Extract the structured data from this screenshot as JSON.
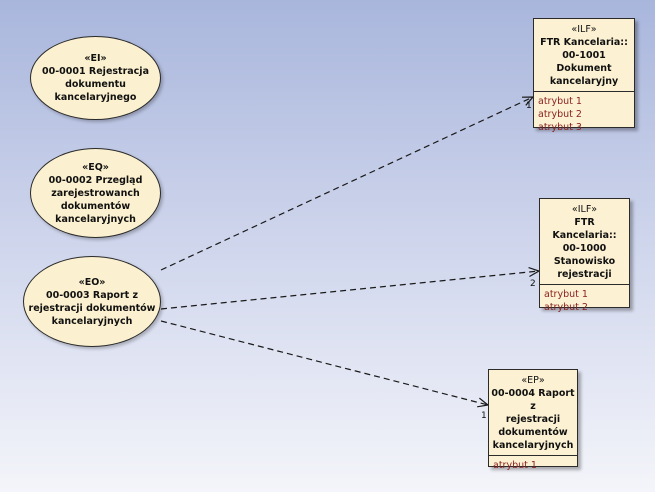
{
  "usecases": [
    {
      "stereotype": "«EI»",
      "lines": [
        "00-0001 Rejestracja",
        "dokumentu",
        "kancelaryjnego"
      ]
    },
    {
      "stereotype": "«EQ»",
      "lines": [
        "00-0002 Przegląd",
        "zarejestrowanch",
        "dokumentów",
        "kancelaryjnych"
      ]
    },
    {
      "stereotype": "«EO»",
      "lines": [
        "00-0003 Raport z",
        "rejestracji dokumentów",
        "kancelaryjnych"
      ]
    }
  ],
  "classes": [
    {
      "stereotype": "«ILF»",
      "lines": [
        "FTR Kancelaria::",
        "00-1001 Dokument",
        "kancelaryjny"
      ],
      "attributes": [
        "atrybut 1",
        "atrybut 2",
        "atrybut 3"
      ]
    },
    {
      "stereotype": "«ILF»",
      "lines": [
        "FTR Kancelaria::",
        "00-1000",
        "Stanowisko",
        "rejestracji"
      ],
      "attributes": [
        "atrybut 1",
        "atrybut 2"
      ]
    },
    {
      "stereotype": "«EP»",
      "lines": [
        "00-0004 Raport z",
        "rejestracji",
        "dokumentów",
        "kancelaryjnych"
      ],
      "attributes": [
        "atrybut 1"
      ]
    }
  ],
  "multiplicities": [
    "1",
    "2",
    "1"
  ]
}
